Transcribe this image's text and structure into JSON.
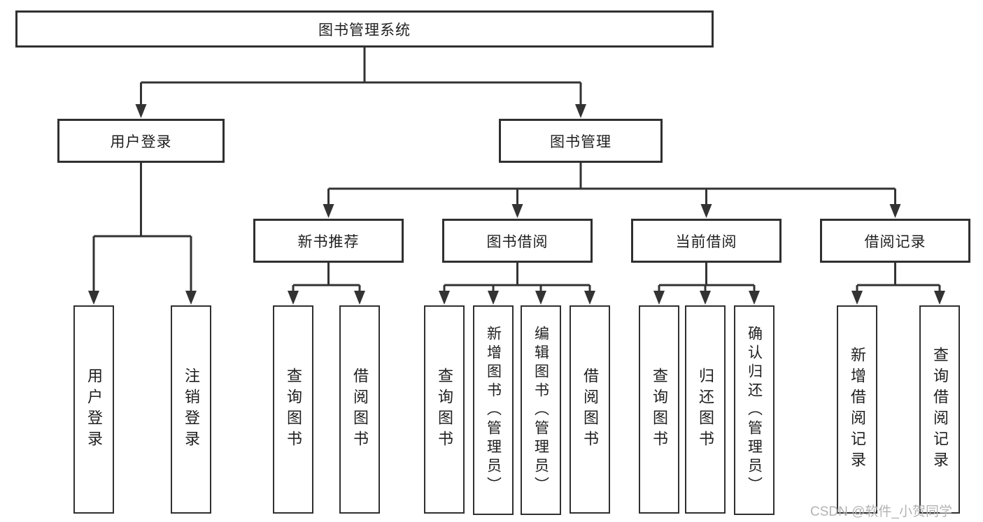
{
  "diagram": {
    "root": {
      "label": "图书管理系统"
    },
    "branches": [
      {
        "label": "用户登录",
        "children": [
          {
            "label": "用户登录"
          },
          {
            "label": "注销登录"
          }
        ]
      },
      {
        "label": "图书管理",
        "sections": [
          {
            "label": "新书推荐",
            "children": [
              {
                "label": "查询图书"
              },
              {
                "label": "借阅图书"
              }
            ]
          },
          {
            "label": "图书借阅",
            "children": [
              {
                "label": "查询图书"
              },
              {
                "label": "新增图书（管理员）"
              },
              {
                "label": "编辑图书（管理员）"
              },
              {
                "label": "借阅图书"
              }
            ]
          },
          {
            "label": "当前借阅",
            "children": [
              {
                "label": "查询图书"
              },
              {
                "label": "归还图书"
              },
              {
                "label": "确认归还（管理员）"
              }
            ]
          },
          {
            "label": "借阅记录",
            "children": [
              {
                "label": "新增借阅记录"
              },
              {
                "label": "查询借阅记录"
              }
            ]
          }
        ]
      }
    ]
  },
  "watermark": {
    "text": "CSDN @软件_小贺同学"
  },
  "colors": {
    "line": "#333333",
    "box_border": "#303030",
    "text": "#1f1f1f",
    "watermark": "#b3b3b3",
    "background": "#ffffff"
  }
}
